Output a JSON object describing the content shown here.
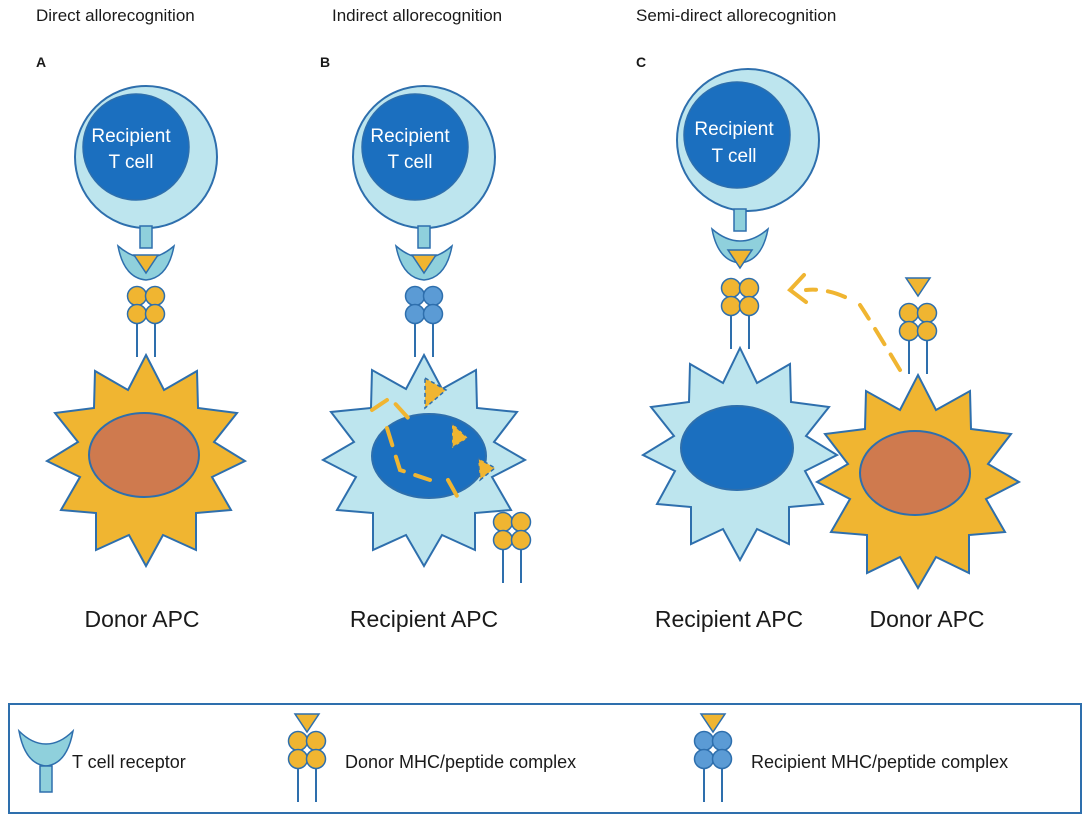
{
  "colors": {
    "outline": "#2e6fad",
    "t_cell_outer": "#bde5ee",
    "nucleus_blue": "#1b6fbf",
    "donor_yellow": "#f0b531",
    "donor_nucleus": "#cf7a4e",
    "recipient_mhc_blue": "#5b9bd5",
    "arrow_yellow": "#f0b531",
    "legend_border": "#2e6fad"
  },
  "panels": [
    {
      "title": "Direct allorecognition",
      "letter": "A",
      "t_cell_label_line1": "Recipient",
      "t_cell_label_line2": "T cell",
      "apc_label": "Donor APC"
    },
    {
      "title": "Indirect allorecognition",
      "letter": "B",
      "t_cell_label_line1": "Recipient",
      "t_cell_label_line2": "T cell",
      "apc_label": "Recipient APC"
    },
    {
      "title": "Semi-direct allorecognition",
      "letter": "C",
      "t_cell_label_line1": "Recipient",
      "t_cell_label_line2": "T cell",
      "apc_label": "Recipient APC",
      "apc_label_2": "Donor APC"
    }
  ],
  "legend": {
    "items": [
      {
        "label": "T cell receptor",
        "icon": "t-cell-receptor-icon"
      },
      {
        "label": "Donor MHC/peptide complex",
        "icon": "donor-mhc-icon"
      },
      {
        "label": "Recipient MHC/peptide complex",
        "icon": "recipient-mhc-icon"
      }
    ]
  }
}
